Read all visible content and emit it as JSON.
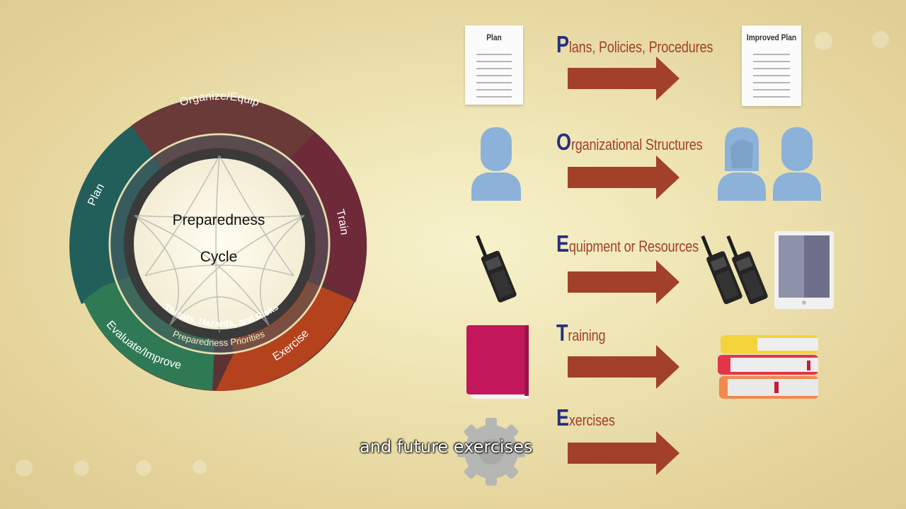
{
  "cycle": {
    "center_line1": "Preparedness",
    "center_line2": "Cycle",
    "segments": [
      {
        "label": "Organize/Equip",
        "color": "#6a3a38"
      },
      {
        "label": "Train",
        "color": "#6f2a3a"
      },
      {
        "label": "Exercise",
        "color": "#b4431d"
      },
      {
        "label": "Evaluate/Improve",
        "color": "#2f7a55"
      },
      {
        "label": "Plan",
        "color": "#235f5a"
      }
    ],
    "inner_ring_label": "Threats, Hazards, and Risks",
    "outer_ring_label": "Preparedness Priorities"
  },
  "rows": [
    {
      "initial": "P",
      "rest": "lans, Policies, Procedures"
    },
    {
      "initial": "O",
      "rest": "rganizational Structures"
    },
    {
      "initial": "E",
      "rest": "quipment or Resources"
    },
    {
      "initial": "T",
      "rest": "raining"
    },
    {
      "initial": "E",
      "rest": "xercises"
    }
  ],
  "documents": {
    "plan_title": "Plan",
    "improved_title": "Improved Plan"
  },
  "colors": {
    "arrow": "#a2402a",
    "person": "#8db2d9",
    "letter_initial": "#27307a",
    "book": "#c2185b"
  },
  "subtitle": "and future exercises"
}
